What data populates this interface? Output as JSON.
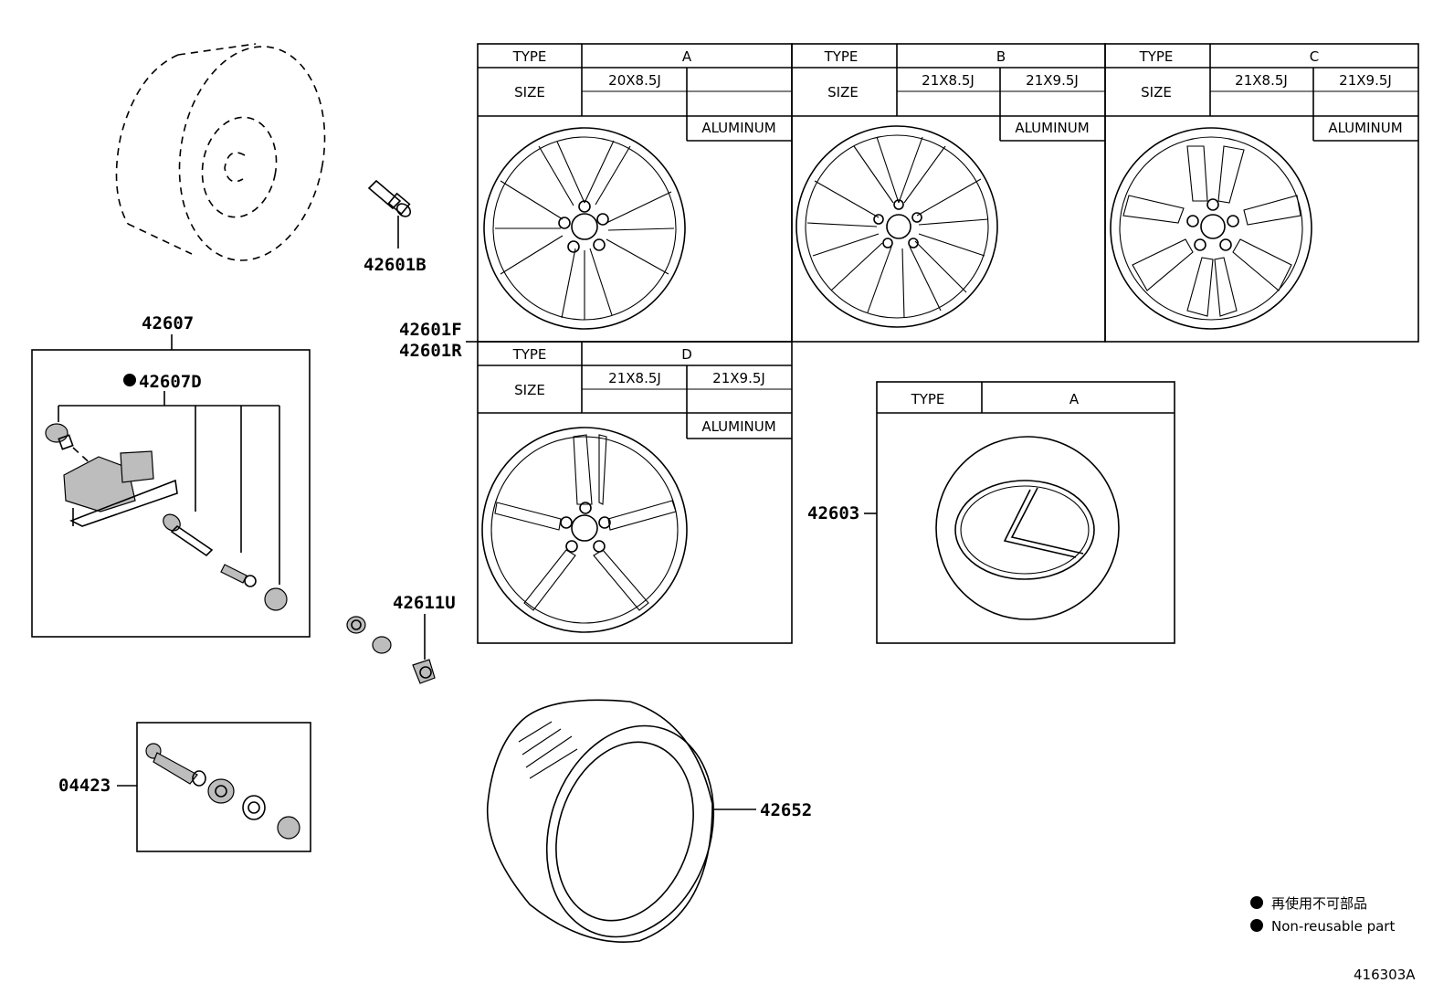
{
  "parts": {
    "p42601B": "42601B",
    "p42607": "42607",
    "p42607D": "42607D",
    "p42601F": "42601F",
    "p42601R": "42601R",
    "p42611U": "42611U",
    "p42603": "42603",
    "p04423": "04423",
    "p42652": "42652"
  },
  "tables": {
    "type_label": "TYPE",
    "size_label": "SIZE",
    "material": "ALUMINUM",
    "A": {
      "type": "A",
      "size1": "20X8.5J",
      "size2": ""
    },
    "B": {
      "type": "B",
      "size1": "21X8.5J",
      "size2": "21X9.5J"
    },
    "C": {
      "type": "C",
      "size1": "21X8.5J",
      "size2": "21X9.5J"
    },
    "D": {
      "type": "D",
      "size1": "21X8.5J",
      "size2": "21X9.5J"
    },
    "cap": {
      "type": "A"
    }
  },
  "legend": {
    "jp": "再使用不可部品",
    "en": "Non-reusable part"
  },
  "figure_id": "416303A"
}
